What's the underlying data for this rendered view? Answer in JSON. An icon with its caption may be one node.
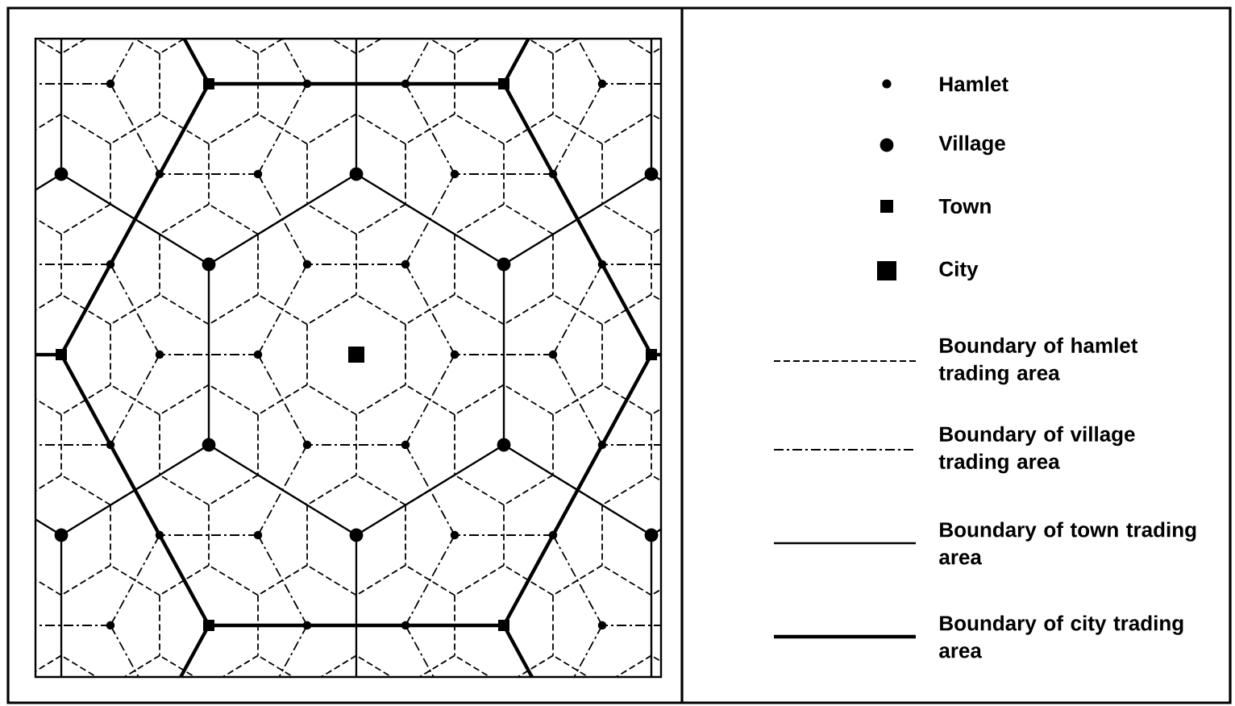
{
  "diagram": {
    "legend": [
      {
        "text": "Hamlet"
      },
      {
        "text": "Village"
      },
      {
        "text": "Town"
      },
      {
        "text": "City"
      },
      {
        "text": "Boundary of hamlet trading area"
      },
      {
        "text": "Boundary of village trading area"
      },
      {
        "text": "Boundary of town trading area"
      },
      {
        "text": "Boundary of city trading area"
      }
    ]
  }
}
